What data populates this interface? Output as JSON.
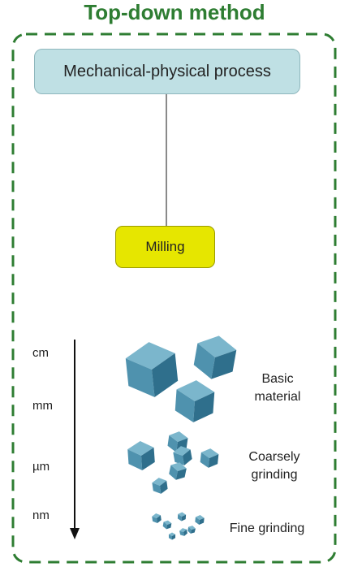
{
  "title": "Top-down method",
  "process": "Mechanical-physical process",
  "milling": "Milling",
  "scale": [
    "cm",
    "mm",
    "µm",
    "nm"
  ],
  "stages": {
    "basic": "Basic material",
    "coarse": "Coarsely grinding",
    "fine": "Fine grinding"
  },
  "colors": {
    "title": "#2e7d32",
    "frame": "#2e7d32",
    "process_box": "#bfe0e4",
    "milling_box": "#e6e600",
    "cube": "#4f92ae"
  }
}
